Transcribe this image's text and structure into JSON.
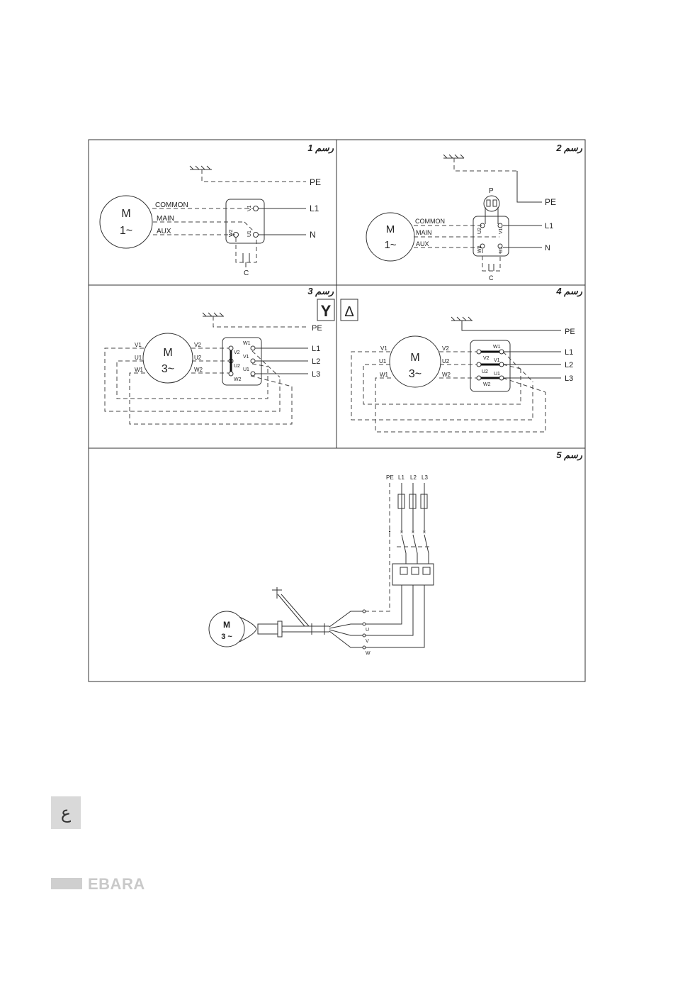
{
  "figures": [
    {
      "title": "رسم 1",
      "motor_line1": "M",
      "motor_line2": "1~",
      "wires": [
        "COMMON",
        "MAIN",
        "AUX"
      ],
      "terminals": [
        "V1",
        "U1",
        "W2"
      ],
      "lines": [
        "L1",
        "N"
      ],
      "earth": "PE",
      "capacitor": "C"
    },
    {
      "title": "رسم 2",
      "motor_line1": "M",
      "motor_line2": "1~",
      "protector": "P",
      "wires": [
        "COMMON",
        "MAIN",
        "AUX"
      ],
      "terminals": [
        "U2",
        "V1",
        "W2",
        "U1"
      ],
      "lines": [
        "L1",
        "N"
      ],
      "earth": "PE",
      "capacitor": "C"
    },
    {
      "title": "رسم 3",
      "motor_line1": "M",
      "motor_line2": "3~",
      "symbol_star": "Y",
      "symbol_delta": "Δ",
      "left_ends": [
        "V1",
        "U1",
        "W1"
      ],
      "right_ends": [
        "V2",
        "U2",
        "W2"
      ],
      "terminals": [
        "W1",
        "V2",
        "V1",
        "U2",
        "U1",
        "W2"
      ],
      "lines": [
        "L1",
        "L2",
        "L3"
      ],
      "earth": "PE"
    },
    {
      "title": "رسم 4",
      "motor_line1": "M",
      "motor_line2": "3~",
      "left_ends": [
        "V1",
        "U1",
        "W1"
      ],
      "right_ends": [
        "V2",
        "U2",
        "W2"
      ],
      "terminals": [
        "W1",
        "V2",
        "V1",
        "U2",
        "U1",
        "W2"
      ],
      "lines": [
        "L1",
        "L2",
        "L3"
      ],
      "earth": "PE"
    },
    {
      "title": "رسم 5",
      "motor_line1": "M",
      "motor_line2": "3 ~",
      "supply": [
        "PE",
        "L1",
        "L2",
        "L3"
      ],
      "outputs": [
        "U",
        "V",
        "W"
      ]
    }
  ],
  "page": {
    "number": "ع",
    "brand": "EBARA"
  }
}
